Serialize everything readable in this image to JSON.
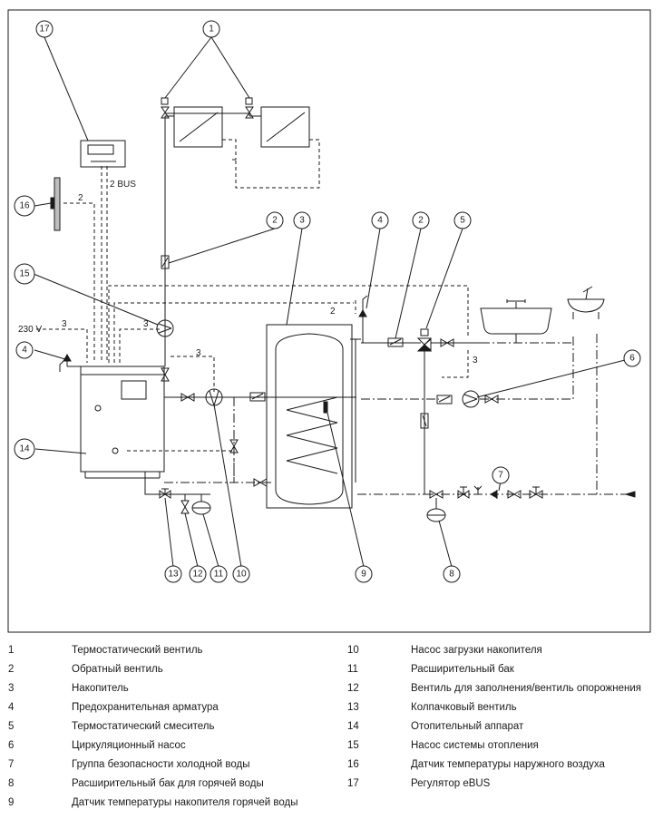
{
  "diagram": {
    "callouts": [
      {
        "id": "1",
        "label": "1"
      },
      {
        "id": "2a",
        "label": "2"
      },
      {
        "id": "3",
        "label": "3"
      },
      {
        "id": "4a",
        "label": "4"
      },
      {
        "id": "2b",
        "label": "2"
      },
      {
        "id": "5",
        "label": "5"
      },
      {
        "id": "6",
        "label": "6"
      },
      {
        "id": "7",
        "label": "7"
      },
      {
        "id": "8",
        "label": "8"
      },
      {
        "id": "9",
        "label": "9"
      },
      {
        "id": "10",
        "label": "10"
      },
      {
        "id": "11",
        "label": "11"
      },
      {
        "id": "12",
        "label": "12"
      },
      {
        "id": "13",
        "label": "13"
      },
      {
        "id": "14",
        "label": "14"
      },
      {
        "id": "15",
        "label": "15"
      },
      {
        "id": "16",
        "label": "16"
      },
      {
        "id": "17",
        "label": "17"
      },
      {
        "id": "4b",
        "label": "4"
      }
    ],
    "texts": {
      "bus": "2 BUS",
      "voltage": "230 V",
      "w2a": "2",
      "w3a": "3",
      "w3b": "3",
      "w3c": "3",
      "w2b": "2",
      "w3d": "3"
    }
  },
  "legend": {
    "left": [
      {
        "num": "1",
        "text": "Термостатический вентиль"
      },
      {
        "num": "2",
        "text": "Обратный вентиль"
      },
      {
        "num": "3",
        "text": "Накопитель"
      },
      {
        "num": "4",
        "text": "Предохранительная арматура"
      },
      {
        "num": "5",
        "text": "Термостатический смеситель"
      },
      {
        "num": "6",
        "text": "Циркуляционный насос"
      },
      {
        "num": "7",
        "text": "Группа безопасности холодной воды"
      },
      {
        "num": "8",
        "text": "Расширительный бак для горячей воды"
      },
      {
        "num": "9",
        "text": "Датчик температуры накопителя горячей воды"
      }
    ],
    "right": [
      {
        "num": "10",
        "text": "Насос загрузки накопителя"
      },
      {
        "num": "11",
        "text": "Расширительный бак"
      },
      {
        "num": "12",
        "text": "Вентиль для заполнения/вентиль опорожнения"
      },
      {
        "num": "13",
        "text": "Колпачковый вентиль"
      },
      {
        "num": "14",
        "text": "Отопительный аппарат"
      },
      {
        "num": "15",
        "text": "Насос системы отопления"
      },
      {
        "num": "16",
        "text": "Датчик температуры наружного воздуха"
      },
      {
        "num": "17",
        "text": "Регулятор eBUS"
      }
    ]
  }
}
